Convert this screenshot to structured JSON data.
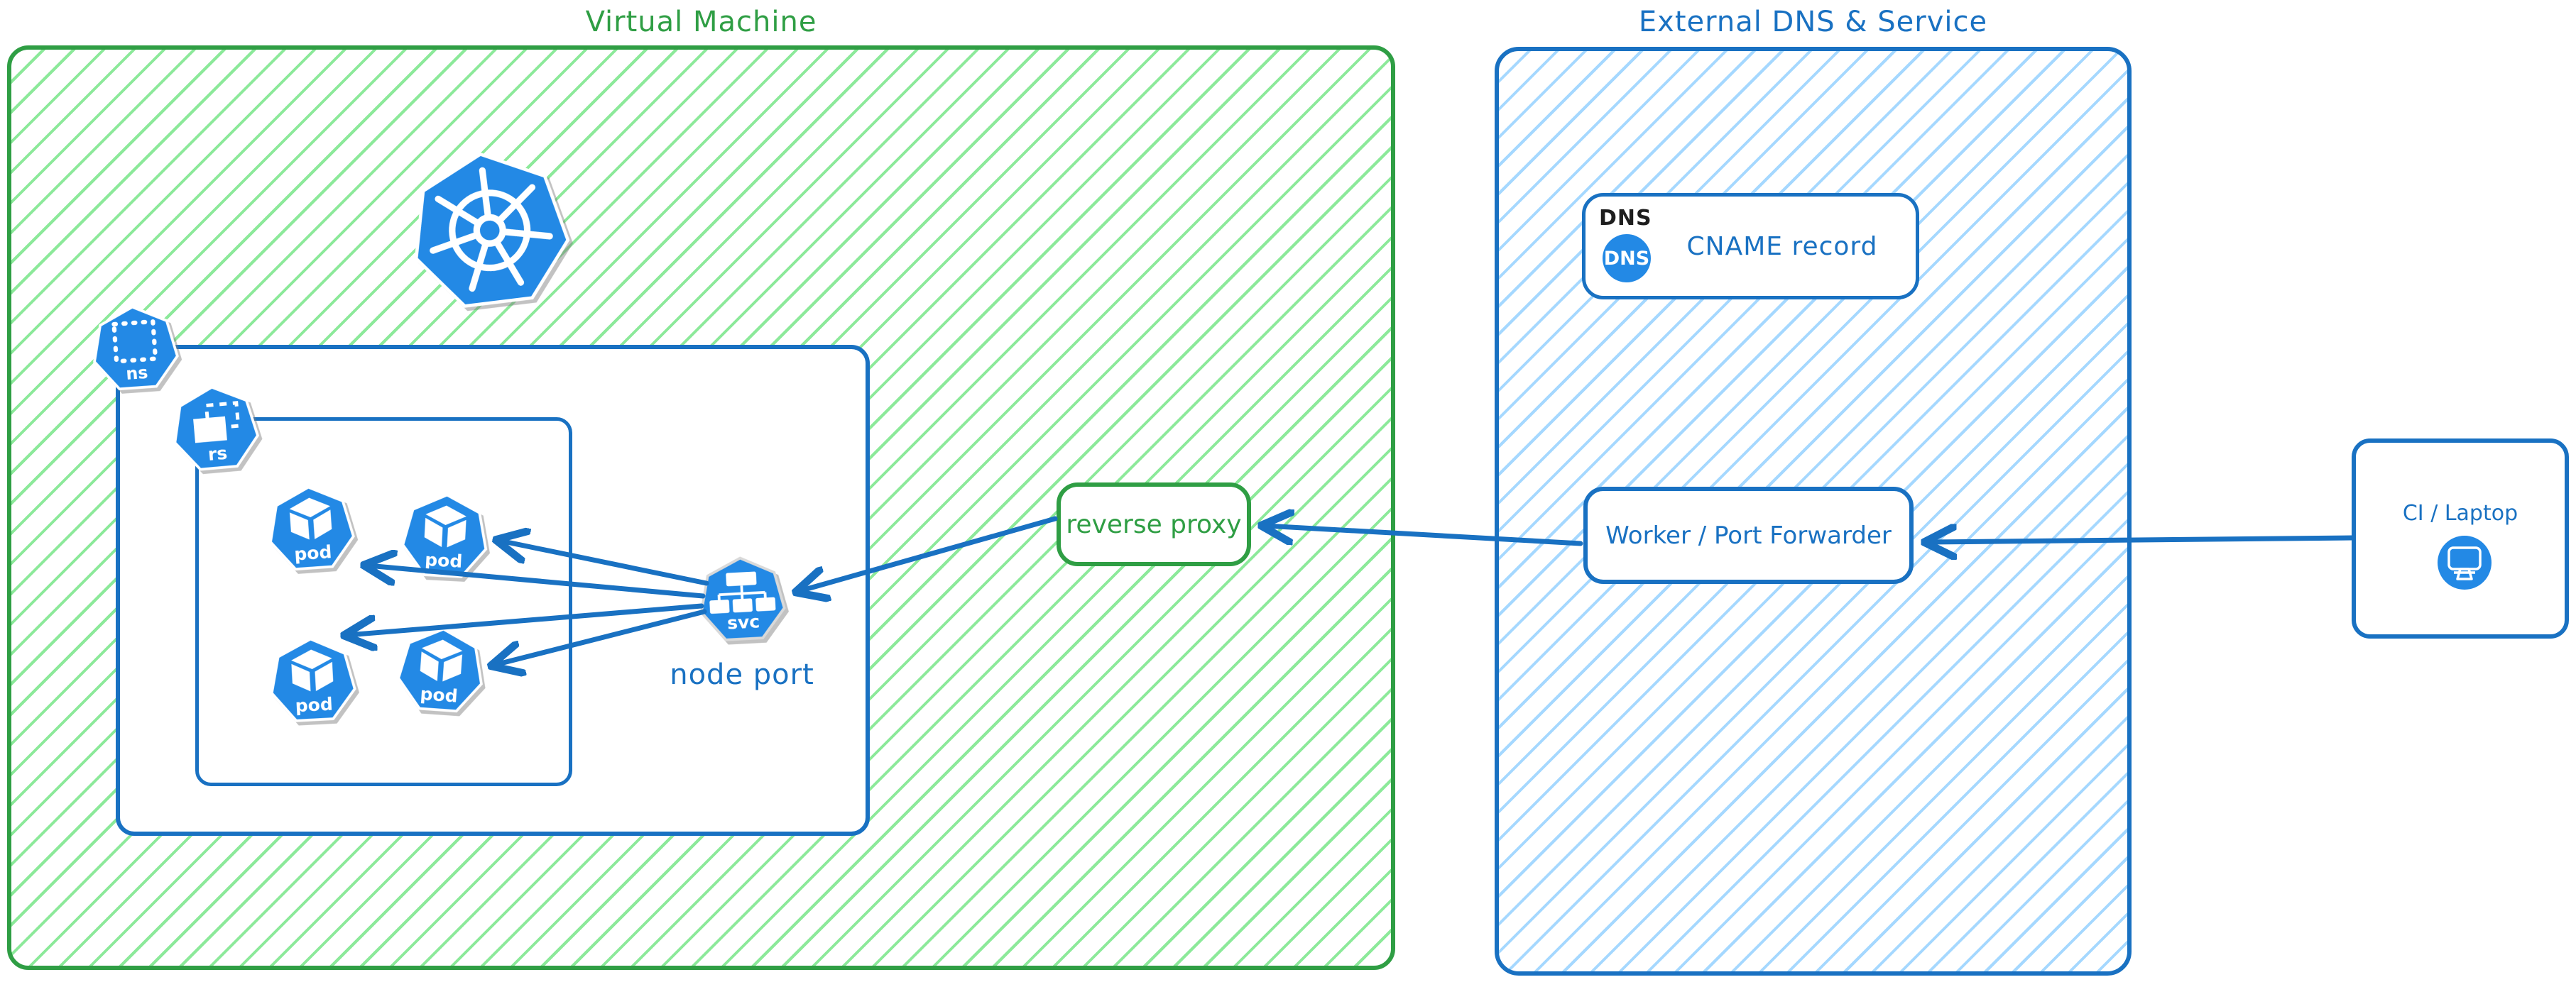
{
  "colors": {
    "green": "#2f9e44",
    "green_hatch": "#8ce99a",
    "blue": "#1971c2",
    "blue_hatch": "#a5d8ff",
    "icon_blue": "#2389e5",
    "label_black": "#1e1e1e"
  },
  "vm": {
    "title": "Virtual Machine",
    "namespace_icon_label": "ns",
    "replicaset_icon_label": "rs",
    "pod_icon_label": "pod",
    "service_icon_label": "svc",
    "node_port_label": "node port",
    "reverse_proxy_label": "reverse proxy"
  },
  "external": {
    "title": "External DNS & Service",
    "dns_tag": "DNS",
    "dns_icon_label": "DNS",
    "cname_label": "CNAME record",
    "worker_label": "Worker / Port Forwarder"
  },
  "client": {
    "label": "CI / Laptop"
  },
  "connections": [
    {
      "from": "ci-laptop",
      "to": "worker-port-forwarder"
    },
    {
      "from": "worker-port-forwarder",
      "to": "reverse-proxy"
    },
    {
      "from": "reverse-proxy",
      "to": "node-port-service"
    },
    {
      "from": "node-port-service",
      "to": "pod-1"
    },
    {
      "from": "node-port-service",
      "to": "pod-2"
    },
    {
      "from": "node-port-service",
      "to": "pod-3"
    },
    {
      "from": "node-port-service",
      "to": "pod-4"
    }
  ]
}
